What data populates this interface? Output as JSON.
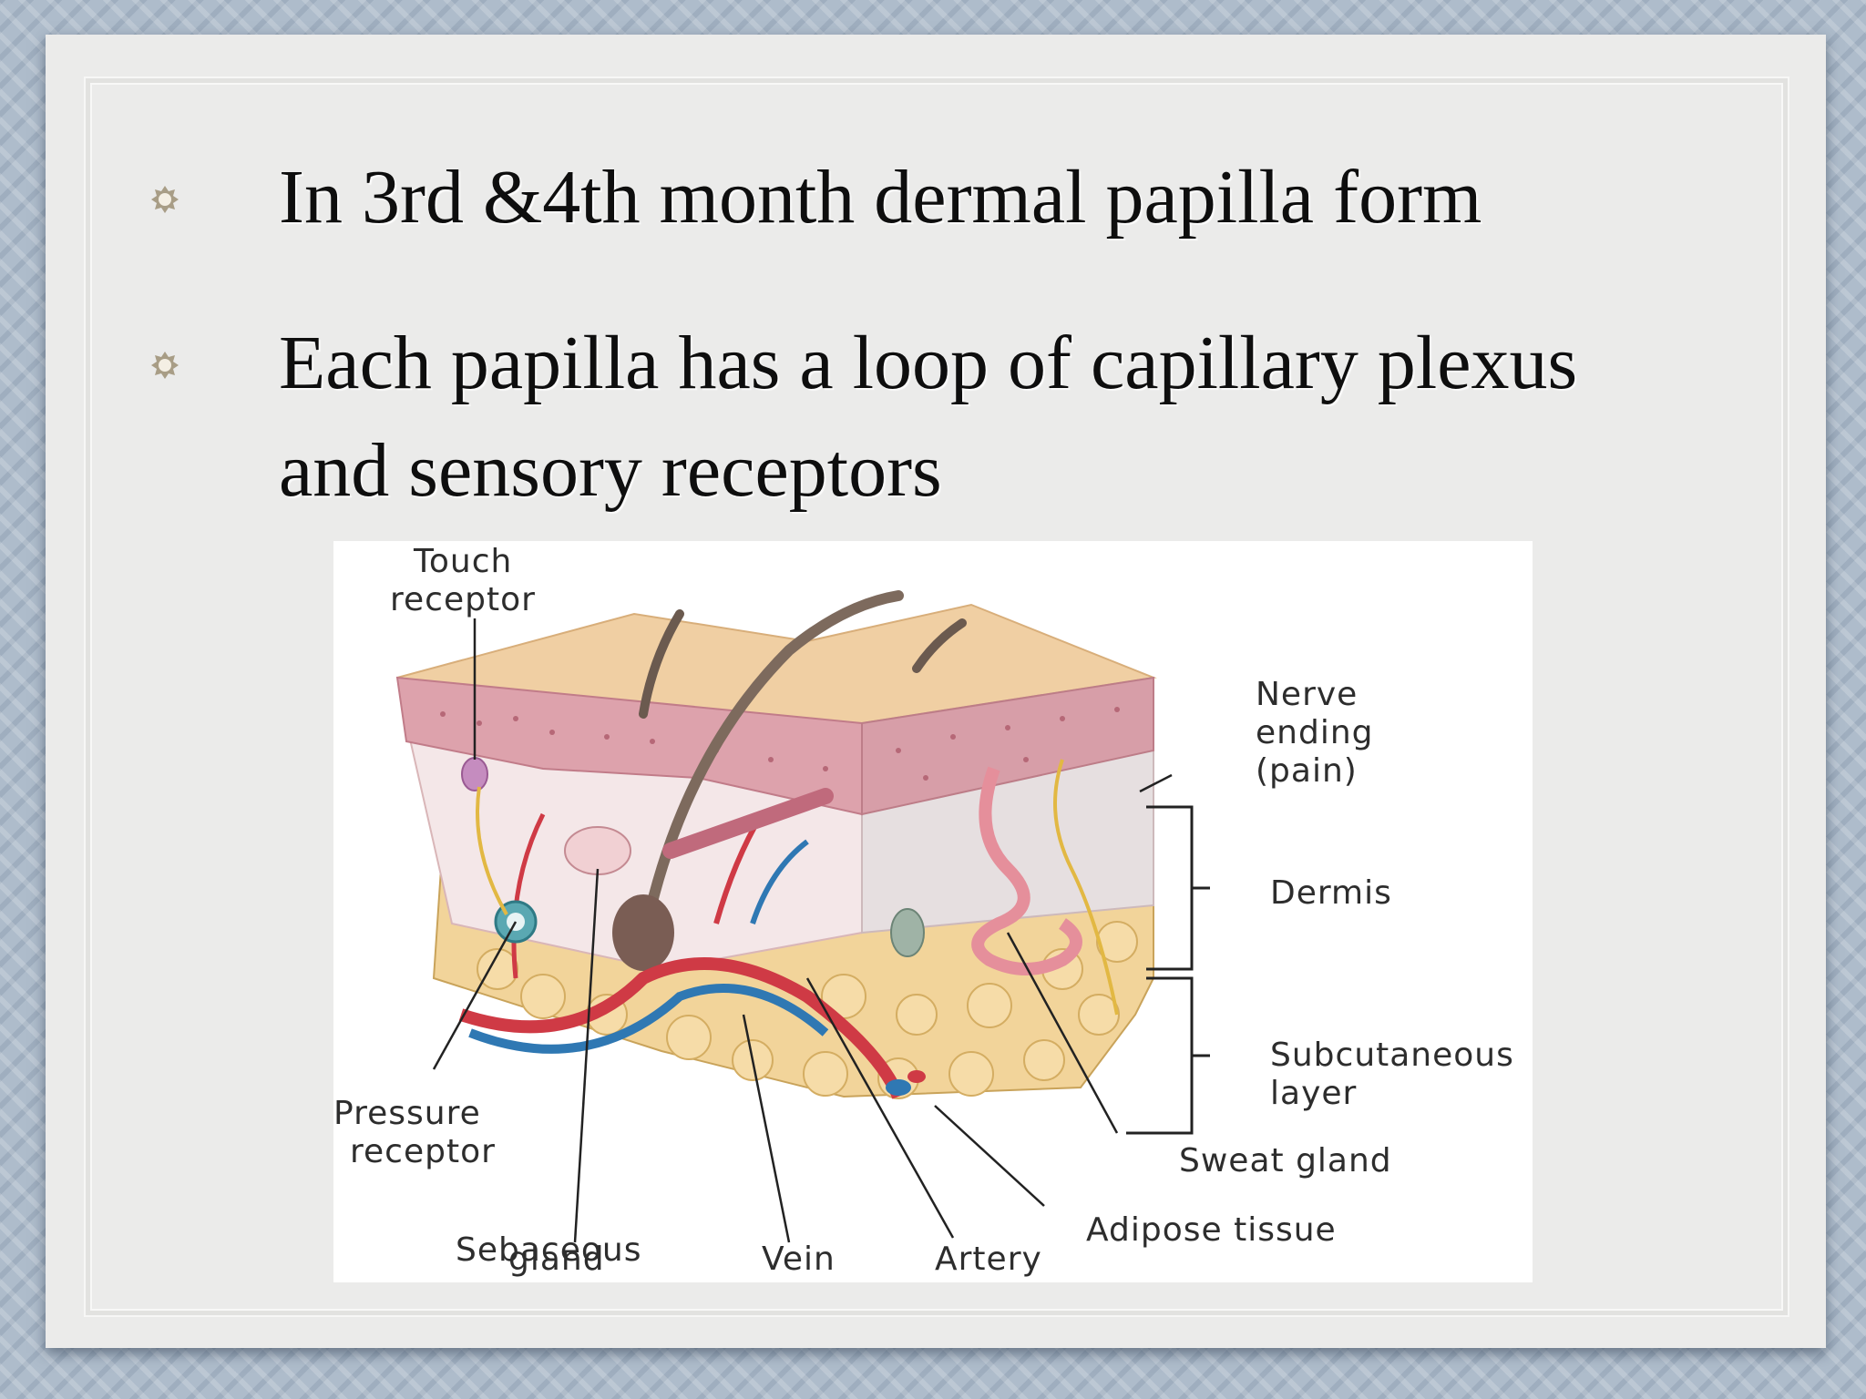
{
  "slide": {
    "bullets": [
      {
        "text": "In 3rd &4th month dermal papilla form"
      },
      {
        "line1": "Each papilla has a loop of capillary plexus",
        "line2": "and sensory receptors"
      }
    ]
  },
  "figure": {
    "labels": {
      "touch_receptor_1": "Touch",
      "touch_receptor_2": "receptor",
      "nerve_ending_1": "Nerve",
      "nerve_ending_2": "ending",
      "nerve_ending_3": "(pain)",
      "dermis": "Dermis",
      "subcutaneous_1": "Subcutaneous",
      "subcutaneous_2": "layer",
      "sweat_gland": "Sweat gland",
      "adipose_tissue": "Adipose tissue",
      "artery": "Artery",
      "vein": "Vein",
      "sebaceous_1": "Sebaceous",
      "sebaceous_2": "gland",
      "pressure_1": "Pressure",
      "pressure_2": "receptor"
    }
  }
}
